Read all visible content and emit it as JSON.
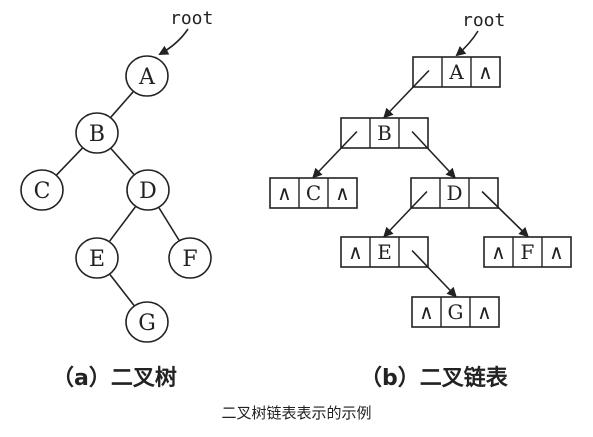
{
  "root_label": "root",
  "null_mark": "∧",
  "binary_tree": {
    "caption": "（a）二叉树",
    "nodes": [
      "A",
      "B",
      "C",
      "D",
      "E",
      "F",
      "G"
    ],
    "edges": [
      [
        "A",
        "B"
      ],
      [
        "B",
        "C"
      ],
      [
        "B",
        "D"
      ],
      [
        "D",
        "E"
      ],
      [
        "D",
        "F"
      ],
      [
        "E",
        "G"
      ]
    ]
  },
  "linked_list": {
    "caption": "（b）二叉链表",
    "nodes": [
      {
        "label": "A",
        "left": "ptr",
        "right": "null"
      },
      {
        "label": "B",
        "left": "ptr",
        "right": "ptr"
      },
      {
        "label": "C",
        "left": "null",
        "right": "null"
      },
      {
        "label": "D",
        "left": "ptr",
        "right": "ptr"
      },
      {
        "label": "E",
        "left": "null",
        "right": "ptr"
      },
      {
        "label": "F",
        "left": "null",
        "right": "null"
      },
      {
        "label": "G",
        "left": "null",
        "right": "null"
      }
    ],
    "links": [
      [
        "A",
        "left",
        "B"
      ],
      [
        "B",
        "left",
        "C"
      ],
      [
        "B",
        "right",
        "D"
      ],
      [
        "D",
        "left",
        "E"
      ],
      [
        "D",
        "right",
        "F"
      ],
      [
        "E",
        "right",
        "G"
      ]
    ]
  },
  "figure_caption": "二叉树链表表示的示例",
  "colors": {
    "ink": "#222222",
    "node_fill": "#ffffff",
    "background": "#ffffff"
  }
}
